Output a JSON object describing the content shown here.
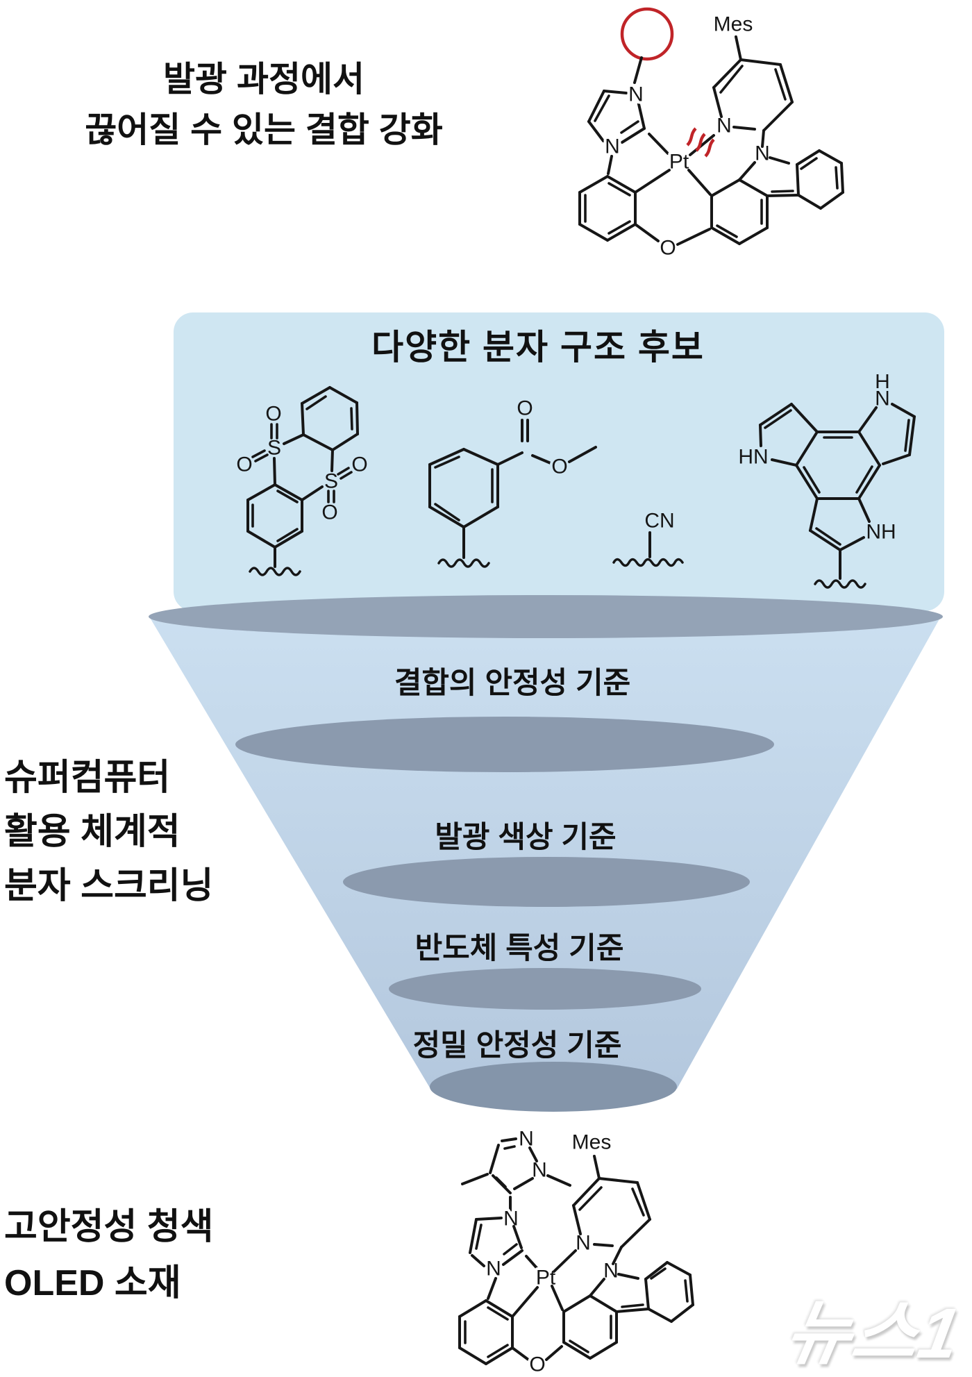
{
  "colors": {
    "accent_red": "#c02428",
    "panel_blue": "#cfe6f2",
    "funnel_blue_top": "#cbdff0",
    "funnel_blue_bottom": "#b4c8de",
    "divider_slate": "#8b9aae",
    "line_black": "#161616"
  },
  "top_caption": {
    "line1": "발광 과정에서",
    "line2": "끊어질 수 있는 결합 강화"
  },
  "candidates_panel": {
    "title": "다양한 분자 구조 후보"
  },
  "funnel": {
    "stages": [
      "결합의 안정성 기준",
      "발광 색상 기준",
      "반도체 특성 기준",
      "정밀 안정성 기준"
    ]
  },
  "side_caption": {
    "line1": "슈퍼컴퓨터",
    "line2": "활용 체계적",
    "line3": "분자 스크리닝"
  },
  "result_caption": {
    "line1": "고안정성 청색",
    "line2": "OLED 소재"
  },
  "watermark": "뉴스1",
  "atoms": {
    "pt": "Pt",
    "n": "N",
    "o": "O",
    "s": "S",
    "h": "H",
    "hn": "HN",
    "nh": "NH",
    "cn": "CN",
    "mes": "Mes"
  }
}
